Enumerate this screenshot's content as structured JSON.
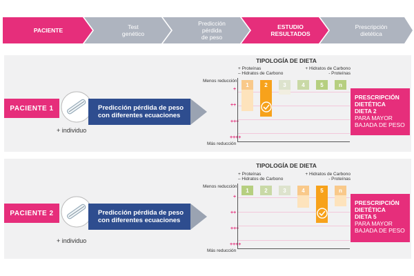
{
  "steps": [
    "PACIENTE",
    "Test\ngenético",
    "Predicción\npérdida\nde peso",
    "ESTUDIO\nRESULTADOS",
    "Prescripción\ndietética"
  ],
  "panels": [
    {
      "patient": "PACIENTE 1",
      "prediction": "Predicción pérdida de peso\ncon diferentes ecuaciones",
      "individual": "+ individuo",
      "diet_title": "TIPOLOGÍA DE DIETA",
      "left_note": "+ Proteínas\n– Hidratos de Carbono",
      "right_note": "+ Hidratos de Carbono\n- Proteínas",
      "y_top": "Menos reducción",
      "y_bottom": "Más reducción",
      "levels": [
        "+",
        "++",
        "+++",
        "++++"
      ],
      "bars": [
        "1",
        "2",
        "3",
        "4",
        "5",
        "n"
      ],
      "selected": "2",
      "rx_title": "PRESCRIPCIÓN\nDIETÉTICA\nDIETA 2",
      "rx_sub": "PARA MAYOR\nBAJADA DE PESO"
    },
    {
      "patient": "PACIENTE 2",
      "prediction": "Predicción pérdida de peso\ncon diferentes ecuaciones",
      "individual": "+ individuo",
      "diet_title": "TIPOLOGÍA DE DIETA",
      "left_note": "+ Proteínas\n– Hidratos de Carbono",
      "right_note": "+ Hidratos de Carbono\n- Proteínas",
      "y_top": "Menos reducción",
      "y_bottom": "Más reducción",
      "levels": [
        "+",
        "++",
        "+++",
        "++++"
      ],
      "bars": [
        "1",
        "2",
        "3",
        "4",
        "5",
        "n"
      ],
      "selected": "5",
      "rx_title": "PRESCRIPCIÓN\nDIETÉTICA\nDIETA 5",
      "rx_sub": "PARA MAYOR\nBAJADA DE PESO"
    }
  ],
  "chart_data": [
    {
      "type": "bar",
      "categories": [
        "1",
        "2",
        "3",
        "4",
        "5",
        "n"
      ],
      "values": [
        1.7,
        2.0,
        0.8,
        0.5,
        0.3,
        0.3
      ],
      "value_scale": "reduction level (+ to ++++)"
    },
    {
      "type": "bar",
      "categories": [
        "1",
        "2",
        "3",
        "4",
        "5",
        "n"
      ],
      "values": [
        0.3,
        0.5,
        0.5,
        1.2,
        2.0,
        1.1
      ],
      "value_scale": "reduction level (+ to ++++)"
    }
  ],
  "colors": {
    "pink": "#e62e7b",
    "blue": "#2e4d8f",
    "gray_step": "#a9b0bc",
    "orange": "#f7a21b"
  }
}
